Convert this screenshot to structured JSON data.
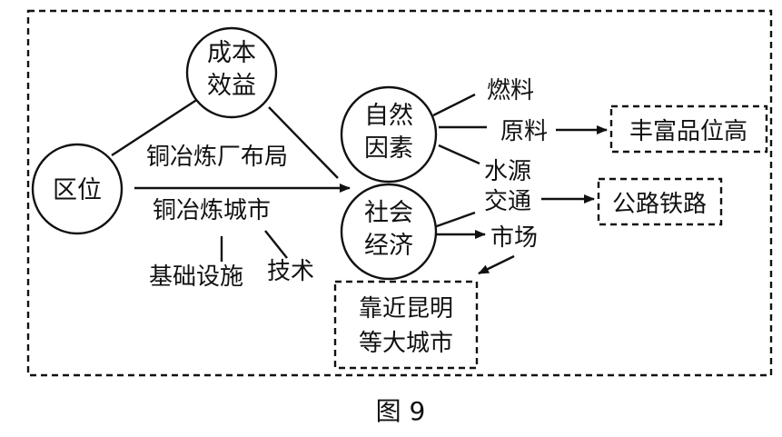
{
  "nodes": {
    "location": "区位",
    "cost_line1": "成本",
    "cost_line2": "效益",
    "natural_line1": "自然",
    "natural_line2": "因素",
    "social_line1": "社会",
    "social_line2": "经济"
  },
  "labels": {
    "copper_plant_layout": "铜冶炼厂布局",
    "copper_city": "铜冶炼城市",
    "infrastructure": "基础设施",
    "technology": "技术",
    "fuel": "燃料",
    "raw_material": "原料",
    "water": "水源",
    "transport": "交通",
    "market": "市场"
  },
  "boxes": {
    "rich_grade_line": "丰富品位高",
    "road_rail": "公路铁路",
    "near_kunming_line1": "靠近昆明",
    "near_kunming_line2": "等大城市"
  },
  "caption": "图 9"
}
